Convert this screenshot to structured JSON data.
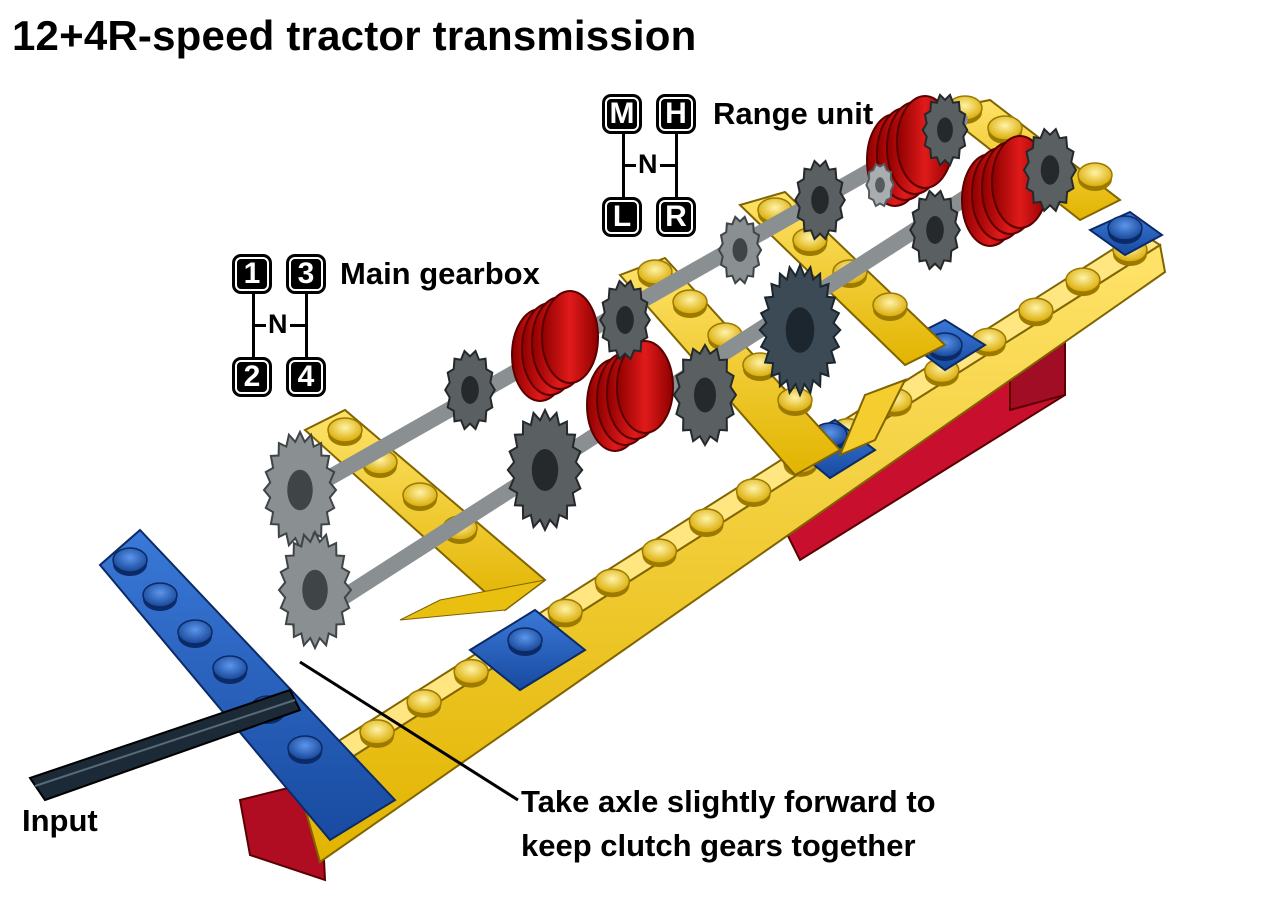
{
  "title": "12+4R-speed tractor transmission",
  "range_unit": {
    "label": "Range unit",
    "positions": {
      "top_left": "M",
      "top_right": "H",
      "bottom_left": "L",
      "bottom_right": "R",
      "neutral": "N"
    }
  },
  "main_gearbox": {
    "label": "Main gearbox",
    "positions": {
      "top_left": "1",
      "top_right": "3",
      "bottom_left": "2",
      "bottom_right": "4",
      "neutral": "N"
    }
  },
  "input_label": "Input",
  "callout": {
    "line1": "Take axle slightly forward to",
    "line2": "keep clutch gears together"
  },
  "colors": {
    "yellow": "#f5cd2f",
    "blue": "#1f5bbf",
    "red": "#c8102e",
    "dark_gray": "#555b5e",
    "light_gray": "#9ba0a3",
    "black": "#1b1b1b"
  }
}
